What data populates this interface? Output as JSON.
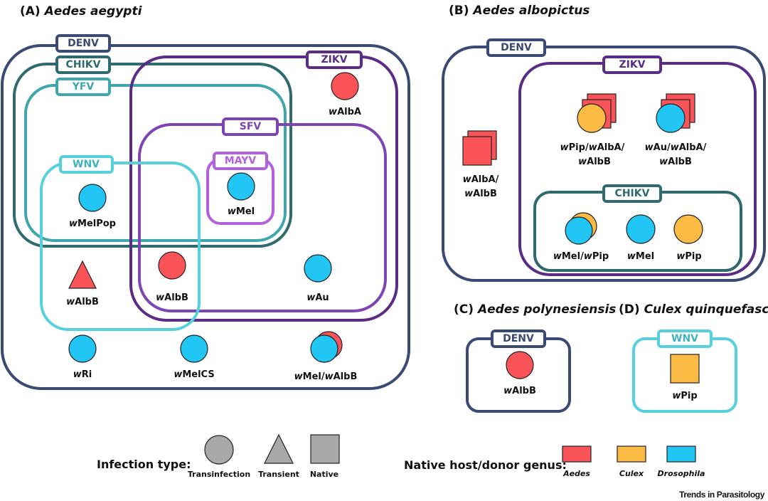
{
  "colors": {
    "denv": "#3a4a74",
    "chikv": "#2e6a6e",
    "yfv": "#3fa6ae",
    "wnv": "#56d0dc",
    "zikv": "#5a2c86",
    "sfv": "#7d44b4",
    "mayv": "#b45fe0",
    "aedes": "#fa5459",
    "culex": "#fcbb45",
    "drosophila": "#22c6f5",
    "legend_gray": "#aaa7a7"
  },
  "panels": {
    "a": {
      "letter": "(A)",
      "species": "Aedes aegypti"
    },
    "b": {
      "letter": "(B)",
      "species": "Aedes albopictus"
    },
    "c": {
      "letter": "(C)",
      "species": "Aedes polynesiensis"
    },
    "d": {
      "letter": "(D)",
      "species": "Culex quinquefasciatus"
    }
  },
  "virus_labels": {
    "a_denv": "DENV",
    "a_chikv": "CHIKV",
    "a_yfv": "YFV",
    "a_zikv": "ZIKV",
    "a_sfv": "SFV",
    "a_mayv": "MAYV",
    "a_wnv": "WNV",
    "b_denv": "DENV",
    "b_zikv": "ZIKV",
    "b_chikv": "CHIKV",
    "c_denv": "DENV",
    "d_wnv": "WNV"
  },
  "strains": {
    "a_walba": {
      "prefix": "w",
      "name": "AlbA",
      "infection": "Transinfection",
      "genus": "Aedes"
    },
    "a_wmelpop": {
      "prefix": "w",
      "name": "MelPop",
      "infection": "Transinfection",
      "genus": "Drosophila"
    },
    "a_wmel": {
      "prefix": "w",
      "name": "Mel",
      "infection": "Transinfection",
      "genus": "Drosophila"
    },
    "a_walbb_tri": {
      "prefix": "w",
      "name": "AlbB",
      "infection": "Transient",
      "genus": "Aedes"
    },
    "a_walbb": {
      "prefix": "w",
      "name": "AlbB",
      "infection": "Transinfection",
      "genus": "Aedes"
    },
    "a_wau": {
      "prefix": "w",
      "name": "Au",
      "infection": "Transinfection",
      "genus": "Drosophila"
    },
    "a_wri": {
      "prefix": "w",
      "name": "Ri",
      "infection": "Transinfection",
      "genus": "Drosophila"
    },
    "a_wmelcs": {
      "prefix": "w",
      "name": "MelCS",
      "infection": "Transinfection",
      "genus": "Drosophila"
    },
    "a_wmel_walbb": {
      "p1": "w",
      "n1": "Mel/",
      "p2": "w",
      "n2": "AlbB",
      "infection": "Transinfection",
      "genus": "Drosophila/Aedes"
    },
    "b_walba_walbb": {
      "p1": "w",
      "n1": "AlbA/",
      "p2": "w",
      "n2": "AlbB",
      "infection": "Native",
      "genus": "Aedes"
    },
    "b_wpip_walba_walbb": {
      "p1": "w",
      "n1": "Pip/",
      "p2": "w",
      "n2": "AlbA/",
      "p3": "w",
      "n3": "AlbB",
      "infection": "Transinfection/Native",
      "genus": "Culex/Aedes"
    },
    "b_wau_walba_walbb": {
      "p1": "w",
      "n1": "Au/",
      "p2": "w",
      "n2": "AlbA/",
      "p3": "w",
      "n3": "AlbB",
      "infection": "Transinfection/Native",
      "genus": "Drosophila/Aedes"
    },
    "b_wmel_wpip": {
      "p1": "w",
      "n1": "Mel/",
      "p2": "w",
      "n2": "Pip",
      "infection": "Transinfection",
      "genus": "Drosophila/Culex"
    },
    "b_wmel": {
      "prefix": "w",
      "name": "Mel",
      "infection": "Transinfection",
      "genus": "Drosophila"
    },
    "b_wpip": {
      "prefix": "w",
      "name": "Pip",
      "infection": "Transinfection",
      "genus": "Culex"
    },
    "c_walbb": {
      "prefix": "w",
      "name": "AlbB",
      "infection": "Transinfection",
      "genus": "Aedes"
    },
    "d_wpip": {
      "prefix": "w",
      "name": "Pip",
      "infection": "Native",
      "genus": "Culex"
    }
  },
  "legend": {
    "infection_title": "Infection type:",
    "infection_types": [
      "Transinfection",
      "Transient",
      "Native"
    ],
    "genus_title": "Native host/donor genus:",
    "genera": [
      "Aedes",
      "Culex",
      "Drosophila"
    ]
  },
  "credit": "Trends in Parasitology"
}
